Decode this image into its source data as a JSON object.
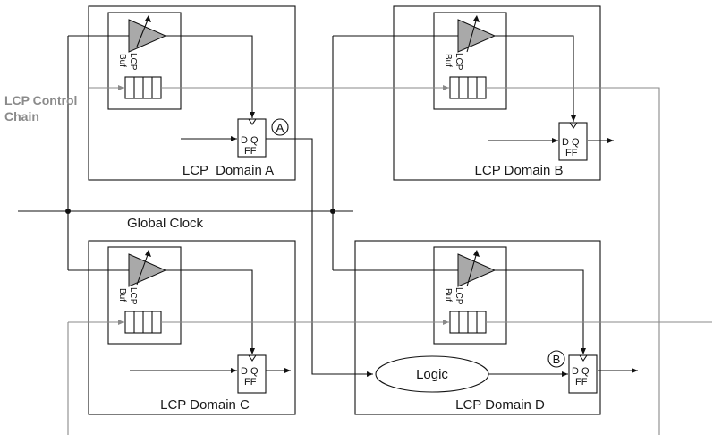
{
  "control_chain_label": [
    "LCP Control",
    "Chain"
  ],
  "global_clock_label": "Global Clock",
  "logic_label": "Logic",
  "ff": {
    "dq": "D Q",
    "ff": "FF"
  },
  "lcp_text": "LCP",
  "buf_text": "Buf",
  "markers": {
    "a": "A",
    "b": "B"
  },
  "domains": [
    {
      "id": "a",
      "label": "LCP  Domain A"
    },
    {
      "id": "b",
      "label": "LCP Domain B"
    },
    {
      "id": "c",
      "label": "LCP Domain C"
    },
    {
      "id": "d",
      "label": "LCP Domain D"
    }
  ]
}
